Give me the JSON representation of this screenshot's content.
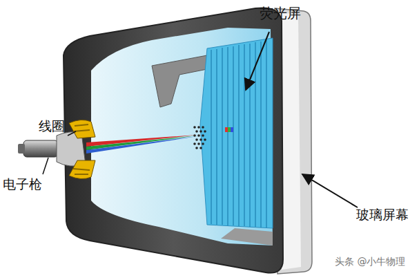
{
  "diagram": {
    "labels": [
      "荧光屏",
      "线圈",
      "电子枪",
      "玻璃屏幕",
      "头条 @小牛物理"
    ]
  }
}
